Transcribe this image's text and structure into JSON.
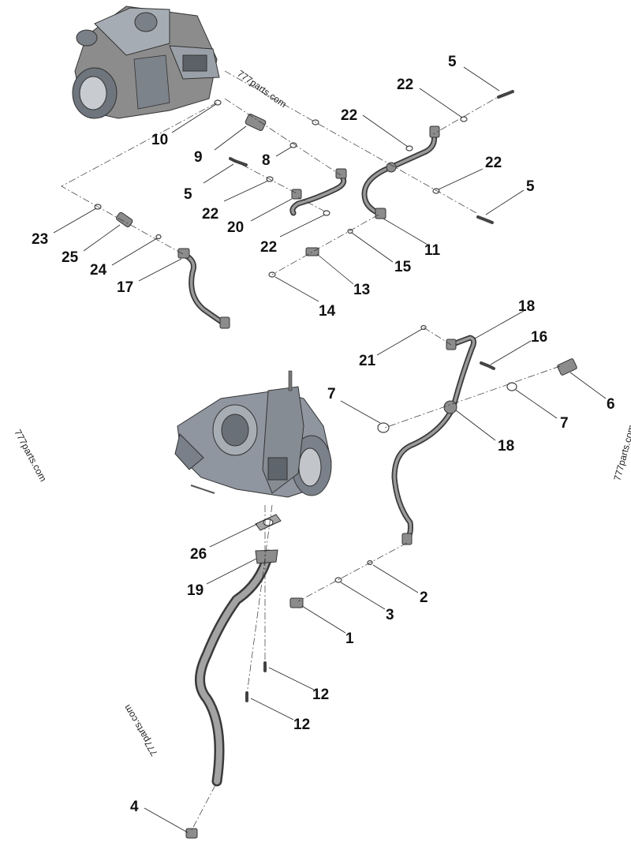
{
  "callouts": {
    "c1": "1",
    "c2": "2",
    "c3": "3",
    "c4": "4",
    "c5a": "5",
    "c5b": "5",
    "c5c": "5",
    "c6": "6",
    "c7a": "7",
    "c7b": "7",
    "c8": "8",
    "c9": "9",
    "c10": "10",
    "c11": "11",
    "c12a": "12",
    "c12b": "12",
    "c13": "13",
    "c14": "14",
    "c15": "15",
    "c16": "16",
    "c17": "17",
    "c18a": "18",
    "c18b": "18",
    "c19": "19",
    "c20": "20",
    "c21": "21",
    "c22a": "22",
    "c22b": "22",
    "c22c": "22",
    "c22d": "22",
    "c22e": "22",
    "c23": "23",
    "c24": "24",
    "c25": "25",
    "c26": "26"
  },
  "watermarks": {
    "w1": "777parts.com",
    "w2": "777parts.com",
    "w3": "777parts.com",
    "w4": "777parts.com"
  }
}
